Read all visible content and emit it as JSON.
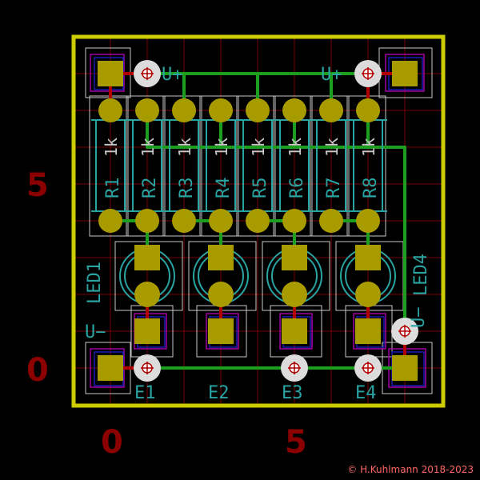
{
  "board": {
    "axis_labels": {
      "y_top": "5",
      "y_bottom": "0",
      "x_left": "0",
      "x_right": "5"
    },
    "power_labels": {
      "vplus_left": "U+",
      "vplus_right": "U+",
      "vminus_left": "U−",
      "vminus_right": "U−"
    },
    "resistors": [
      {
        "ref": "R1",
        "value": "1k"
      },
      {
        "ref": "R2",
        "value": "1k"
      },
      {
        "ref": "R3",
        "value": "1k"
      },
      {
        "ref": "R4",
        "value": "1k"
      },
      {
        "ref": "R5",
        "value": "1k"
      },
      {
        "ref": "R6",
        "value": "1k"
      },
      {
        "ref": "R7",
        "value": "1k"
      },
      {
        "ref": "R8",
        "value": "1k"
      }
    ],
    "leds": [
      {
        "ref": "LED1"
      },
      {
        "ref": "LED4"
      }
    ],
    "outputs": [
      "E1",
      "E2",
      "E3",
      "E4"
    ],
    "copyright": "© H.Kuhlmann 2018-2023",
    "colors": {
      "background": "#000000",
      "board_outline": "#cccc00",
      "grid": "#7a0000",
      "pad": "#a89b00",
      "track_green": "#1e9e1e",
      "track_red": "#b00000",
      "silkscreen": "#2aa3a3",
      "courtyard": "#c8c8c8",
      "axis_text": "#8b0000",
      "fab_magenta": "#a000a0",
      "fab_blue": "#1a1ab0"
    }
  }
}
